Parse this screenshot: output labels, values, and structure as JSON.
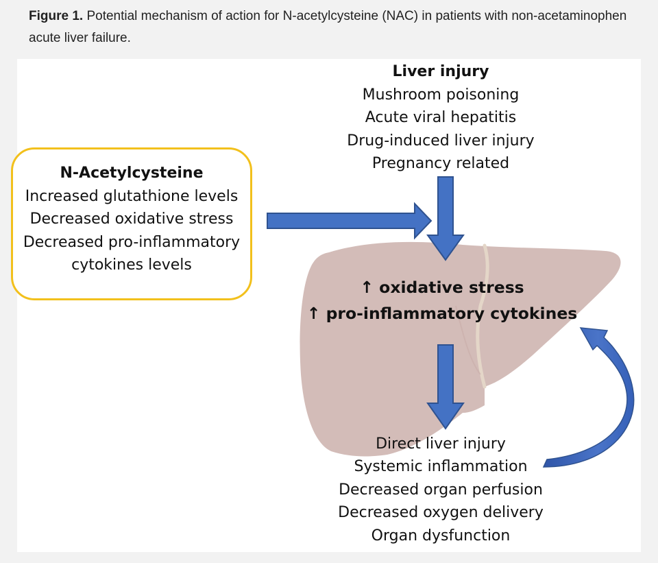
{
  "caption": {
    "label": "Figure 1.",
    "text": " Potential mechanism of action for N-acetylcysteine (NAC) in patients with non-acetaminophen acute liver failure."
  },
  "liver_injury": {
    "heading": "Liver injury",
    "causes": [
      "Mushroom poisoning",
      "Acute viral hepatitis",
      "Drug-induced liver injury",
      "Pregnancy related"
    ]
  },
  "nac": {
    "heading": "N-Acetylcysteine",
    "effects": [
      "Increased glutathione levels",
      "Decreased oxidative stress",
      "Decreased pro-inflammatory",
      "cytokines levels"
    ]
  },
  "core": {
    "lines": [
      "↑ oxidative stress",
      "↑ pro-inflammatory cytokines"
    ]
  },
  "outcomes": {
    "items": [
      "Direct liver injury",
      "Systemic inflammation",
      "Decreased organ perfusion",
      "Decreased oxygen delivery",
      "Organ dysfunction"
    ]
  },
  "colors": {
    "arrow_fill": "#4472c4",
    "arrow_stroke": "#2f528f",
    "nac_box_border": "#f2c01c",
    "liver": "#d3bcb8"
  },
  "icons": {
    "liver": "liver-illustration",
    "arrows": [
      "right-arrow",
      "down-arrow",
      "down-arrow",
      "curved-feedback-arrow"
    ]
  }
}
